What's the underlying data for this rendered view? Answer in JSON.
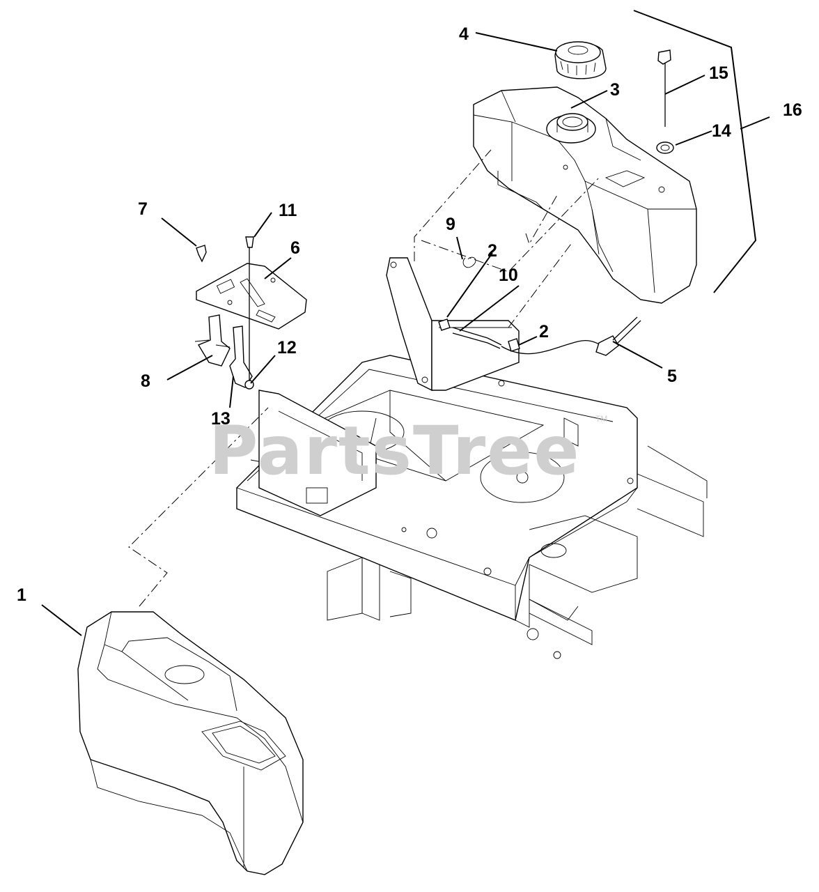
{
  "watermark": {
    "text": "PartsTree",
    "tm": "TM"
  },
  "callouts": [
    {
      "id": "1",
      "label": "1"
    },
    {
      "id": "2a",
      "label": "2"
    },
    {
      "id": "2b",
      "label": "2"
    },
    {
      "id": "3",
      "label": "3"
    },
    {
      "id": "4",
      "label": "4"
    },
    {
      "id": "5",
      "label": "5"
    },
    {
      "id": "6",
      "label": "6"
    },
    {
      "id": "7",
      "label": "7"
    },
    {
      "id": "8",
      "label": "8"
    },
    {
      "id": "9",
      "label": "9"
    },
    {
      "id": "10",
      "label": "10"
    },
    {
      "id": "11",
      "label": "11"
    },
    {
      "id": "12",
      "label": "12"
    },
    {
      "id": "13",
      "label": "13"
    },
    {
      "id": "14",
      "label": "14"
    },
    {
      "id": "15",
      "label": "15"
    },
    {
      "id": "16",
      "label": "16"
    }
  ]
}
